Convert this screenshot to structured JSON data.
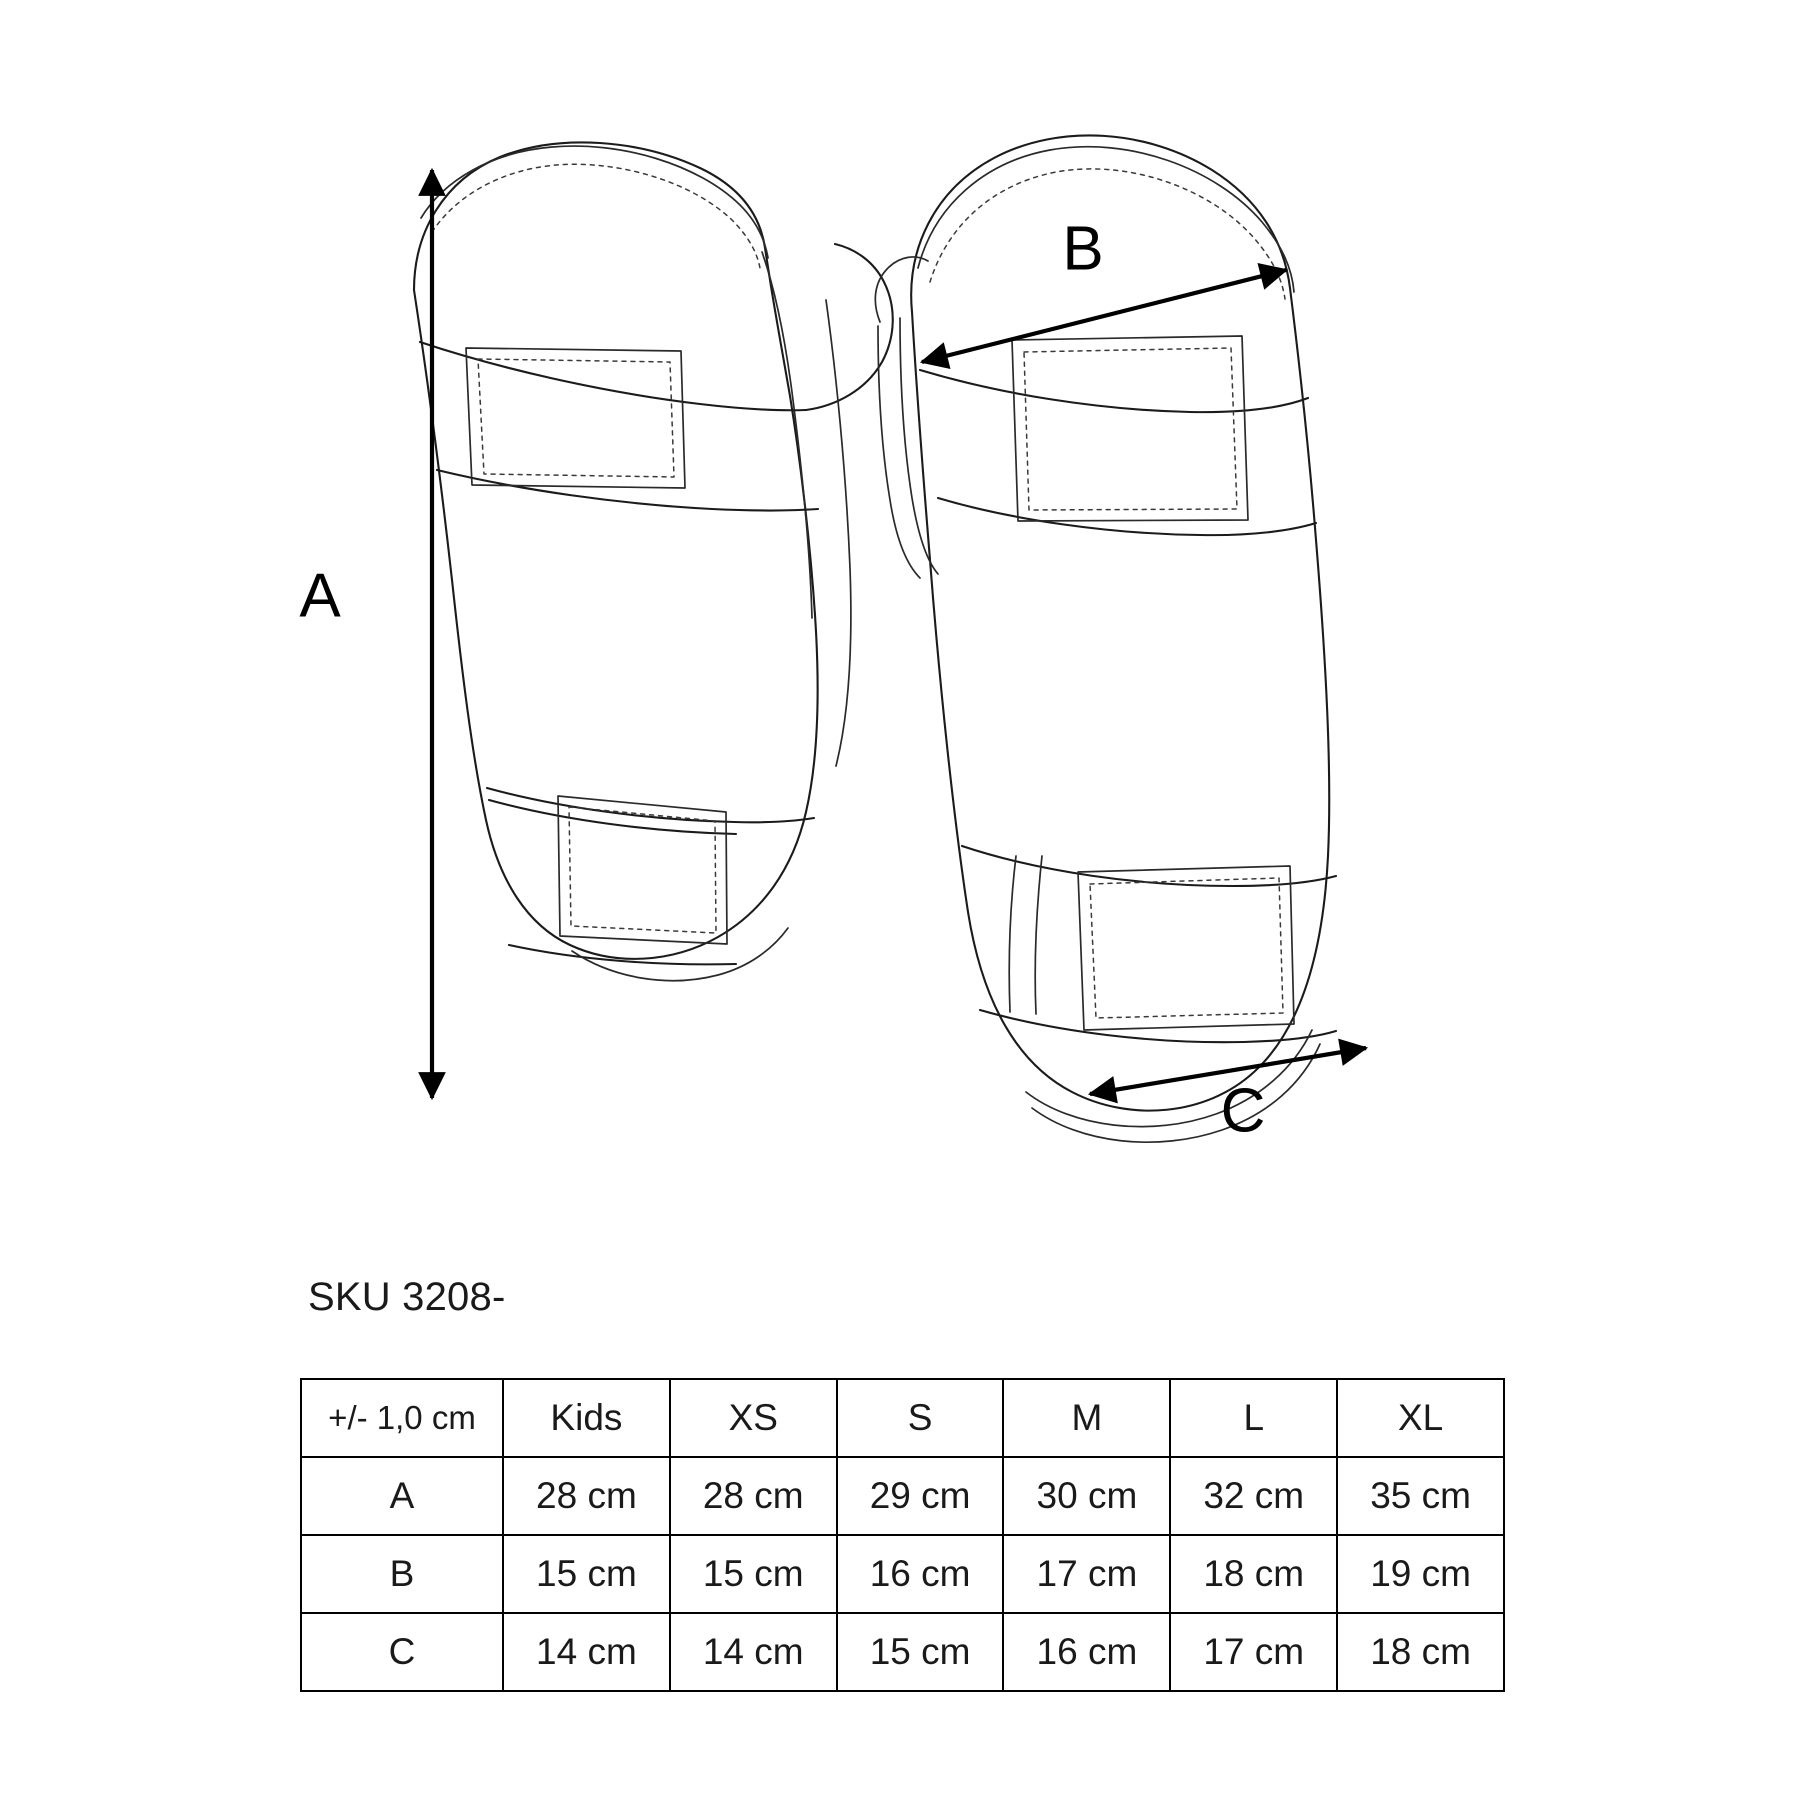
{
  "page": {
    "kind": "product-size-chart",
    "product": "shin-guard-technical-drawing",
    "background_color": "#ffffff",
    "line_color": "#1b1b1b"
  },
  "diagram": {
    "title_hidden": "",
    "dimension_labels": {
      "a": "A",
      "b": "B",
      "c": "C"
    },
    "dimension_meanings": {
      "a": "total length (top to bottom)",
      "b": "width across upper shin",
      "c": "width across lower shin"
    },
    "items": [
      {
        "name": "left-shin-guard",
        "view": "front-outer"
      },
      {
        "name": "right-shin-guard",
        "view": "front-inner"
      }
    ]
  },
  "sku": {
    "label": "SKU 3208-"
  },
  "chart_data": {
    "type": "table",
    "title": "SKU 3208-",
    "tolerance_note": "+/- 1,0 cm",
    "columns": [
      "+/- 1,0 cm",
      "Kids",
      "XS",
      "S",
      "M",
      "L",
      "XL"
    ],
    "sizes": [
      "Kids",
      "XS",
      "S",
      "M",
      "L",
      "XL"
    ],
    "rows": [
      {
        "label": "A",
        "values": [
          "28 cm",
          "28 cm",
          "29 cm",
          "30 cm",
          "32 cm",
          "35 cm"
        ],
        "numeric": [
          28,
          28,
          29,
          30,
          32,
          35
        ],
        "unit": "cm"
      },
      {
        "label": "B",
        "values": [
          "15 cm",
          "15 cm",
          "16 cm",
          "17 cm",
          "18 cm",
          "19 cm"
        ],
        "numeric": [
          15,
          15,
          16,
          17,
          18,
          19
        ],
        "unit": "cm"
      },
      {
        "label": "C",
        "values": [
          "14 cm",
          "14 cm",
          "15 cm",
          "16 cm",
          "17 cm",
          "18 cm"
        ],
        "numeric": [
          14,
          14,
          15,
          16,
          17,
          18
        ],
        "unit": "cm"
      }
    ]
  }
}
